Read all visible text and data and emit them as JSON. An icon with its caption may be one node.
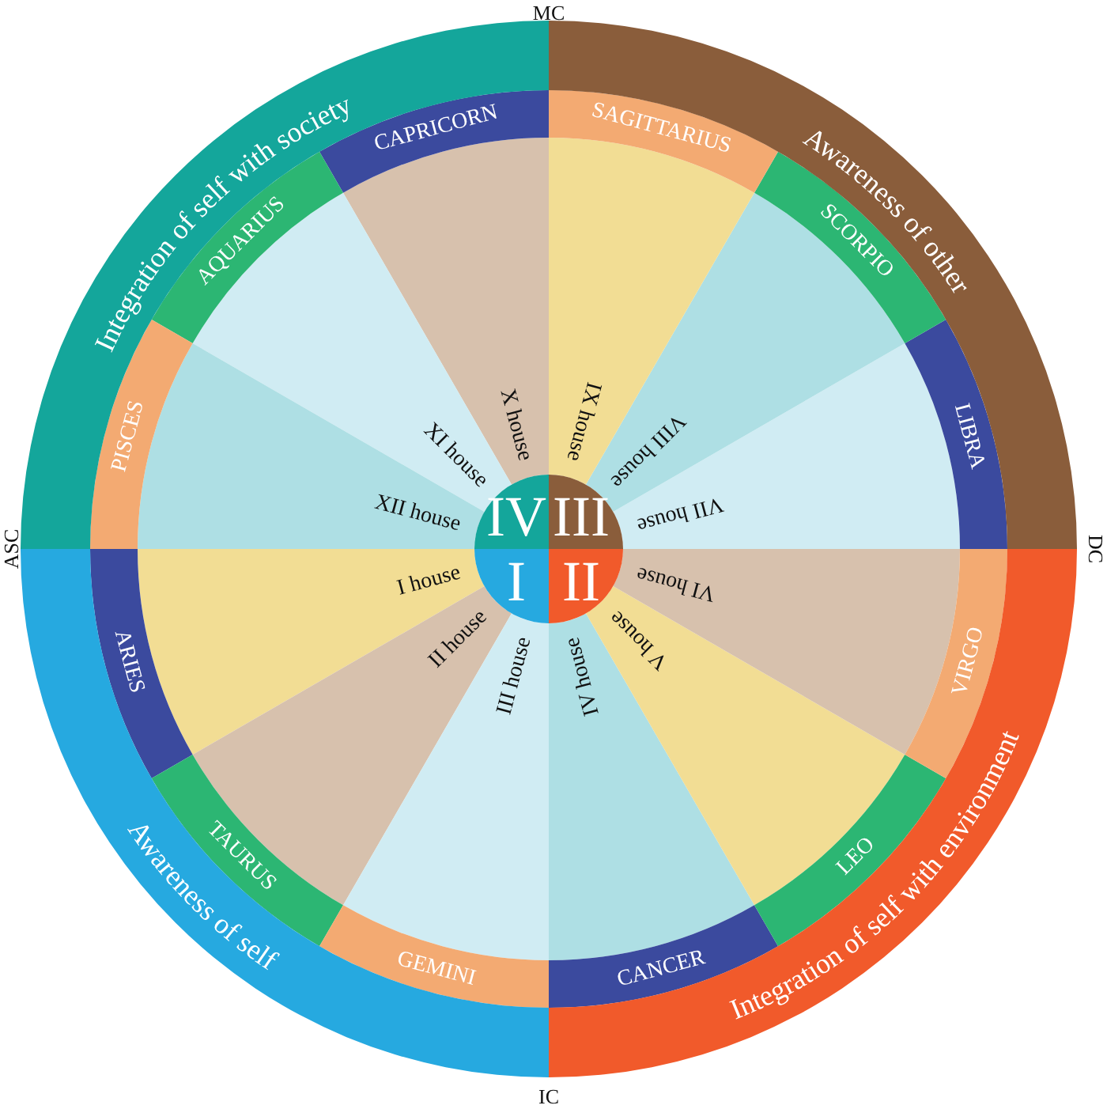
{
  "diagram": {
    "nodes": [
      {
        "text": [
          "Integration of self with society"
        ]
      },
      {
        "text": [
          "Awareness of other"
        ]
      },
      {
        "text": [
          "Awareness of self"
        ]
      },
      {
        "text": [
          "Integration of self with environment"
        ]
      },
      {
        "text": [
          "ARIES"
        ]
      },
      {
        "text": [
          "TAURUS"
        ]
      },
      {
        "text": [
          "GEMINI"
        ]
      },
      {
        "text": [
          "CANCER"
        ]
      },
      {
        "text": [
          "LEO"
        ]
      },
      {
        "text": [
          "VIRGO"
        ]
      },
      {
        "text": [
          "LIBRA"
        ]
      },
      {
        "text": [
          "SCORPIO"
        ]
      },
      {
        "text": [
          "SAGITTARIUS"
        ]
      },
      {
        "text": [
          "CAPRICORN"
        ]
      },
      {
        "text": [
          "AQUARIUS"
        ]
      },
      {
        "text": [
          "PISCES"
        ]
      },
      {
        "text": [
          "I house"
        ]
      },
      {
        "text": [
          "II house"
        ]
      },
      {
        "text": [
          "III house"
        ]
      },
      {
        "text": [
          "IV house"
        ]
      },
      {
        "text": [
          "V house"
        ]
      },
      {
        "text": [
          "VI house"
        ]
      },
      {
        "text": [
          "VII house"
        ]
      },
      {
        "text": [
          "VIII house"
        ]
      },
      {
        "text": [
          "IX house"
        ]
      },
      {
        "text": [
          "X house"
        ]
      },
      {
        "text": [
          "XI house"
        ]
      },
      {
        "text": [
          "XII house"
        ]
      },
      {
        "text": [
          "I"
        ]
      },
      {
        "text": [
          "II"
        ]
      },
      {
        "text": [
          "III"
        ]
      },
      {
        "text": [
          "IV"
        ]
      }
    ],
    "labels": [
      "MC",
      "ASC",
      "DC",
      "IC"
    ]
  }
}
